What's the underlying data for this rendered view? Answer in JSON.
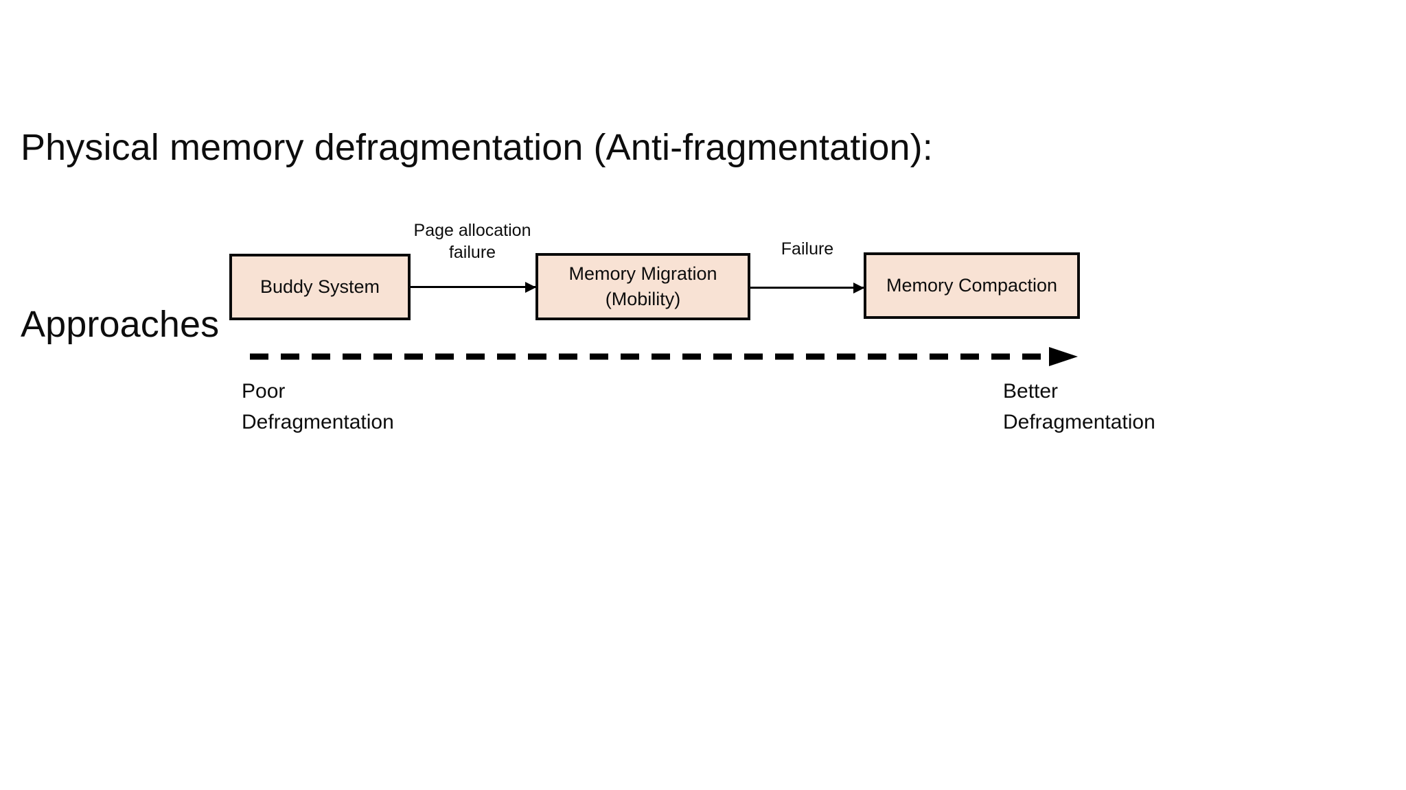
{
  "slide": {
    "title_line_1": "Physical memory defragmentation (Anti-fragmentation):",
    "title_line_2": "Approaches",
    "background_color": "#ffffff"
  },
  "diagram": {
    "box_fill_color": "#f8e2d4",
    "box_border_color": "#0a0a0a",
    "line_color": "#000000",
    "boxes": [
      {
        "id": "buddy",
        "label": "Buddy System"
      },
      {
        "id": "migration",
        "label": "Memory Migration\n(Mobility)"
      },
      {
        "id": "compaction",
        "label": "Memory Compaction"
      }
    ],
    "connectors": [
      {
        "id": "buddy-to-migration",
        "label": "Page allocation\nfailure",
        "from": "Buddy System",
        "to": "Memory Migration (Mobility)"
      },
      {
        "id": "migration-to-compaction",
        "label": "Failure",
        "from": "Memory Migration (Mobility)",
        "to": "Memory Compaction"
      }
    ],
    "spectrum": {
      "style": "dashed-arrow",
      "direction": "left-to-right",
      "left_label": "Poor\nDefragmentation",
      "right_label": "Better\nDefragmentation"
    }
  }
}
